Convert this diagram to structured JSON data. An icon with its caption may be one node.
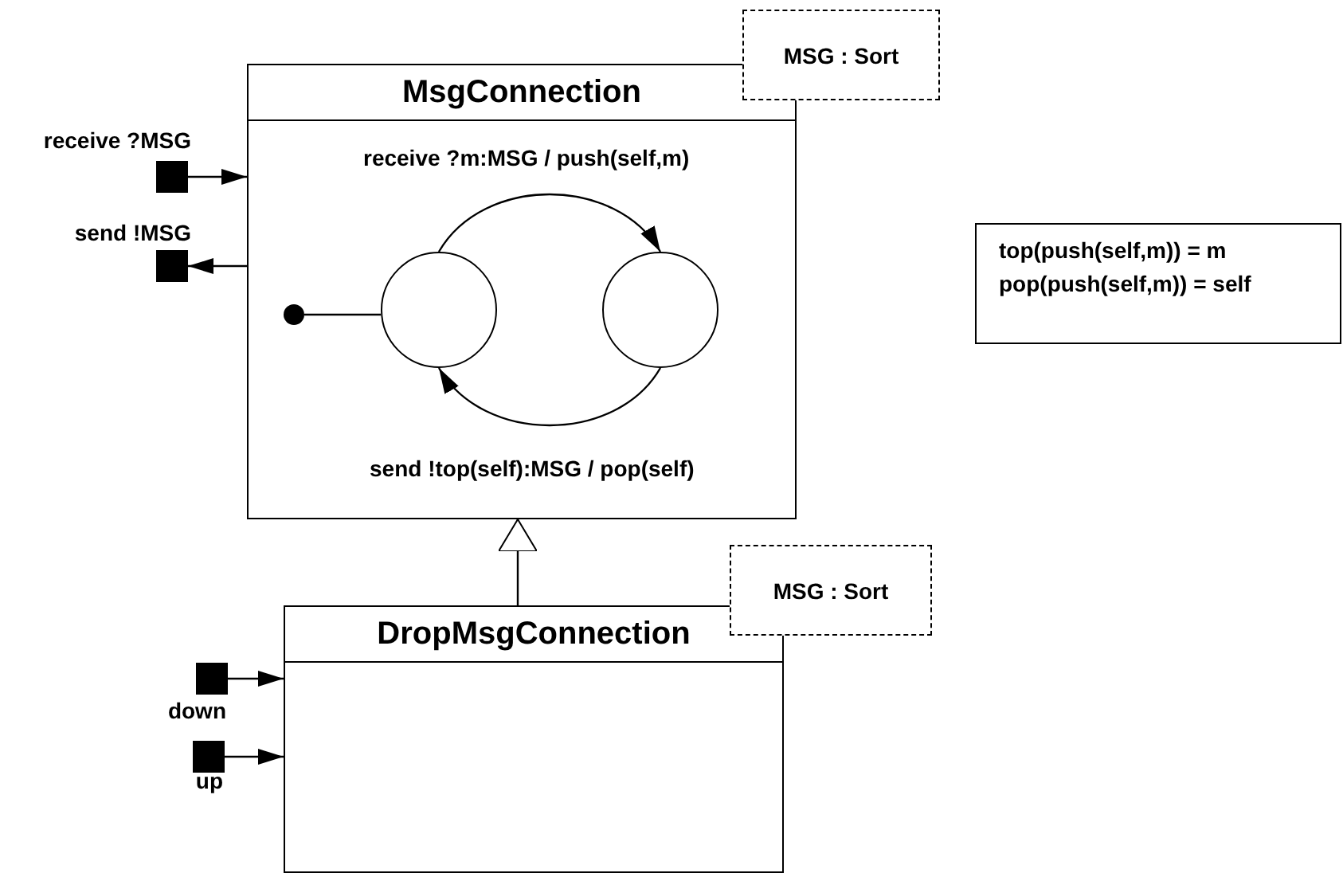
{
  "diagram": {
    "nodes": [
      {
        "text": [
          "MsgConnection"
        ]
      },
      {
        "text": [
          "MSG : Sort"
        ]
      },
      {
        "text": [],
        "shape": "box",
        "beside": [
          "receive ?MSG"
        ]
      },
      {
        "text": [],
        "shape": "box",
        "beside": [
          "send !MSG"
        ]
      },
      {
        "text": [],
        "shape": "circle",
        "in": 0
      },
      {
        "text": [],
        "shape": "circle",
        "in": 0
      },
      {
        "text": [],
        "shape": "circle",
        "in": 0
      },
      {
        "text": [
          "top(push(self,m)) = m",
          "pop(push(self,m)) = self"
        ]
      },
      {
        "text": [
          "DropMsgConnection"
        ]
      },
      {
        "text": [
          "MSG : Sort"
        ]
      },
      {
        "text": [],
        "shape": "box",
        "beside": [
          "down"
        ]
      },
      {
        "text": [],
        "shape": "box",
        "beside": [
          "up"
        ]
      }
    ],
    "edges": [
      {
        "from": 2,
        "to": 0,
        "arrow": "to"
      },
      {
        "from": 0,
        "to": 3,
        "arrow": "to"
      },
      {
        "from": 4,
        "to": 5,
        "arrow": "none"
      },
      {
        "from": 5,
        "to": 6,
        "arrow": "to",
        "label": "receive ?m:MSG / push(self,m)"
      },
      {
        "from": 6,
        "to": 5,
        "arrow": "to",
        "label": "send !top(self):MSG / pop(self)"
      },
      {
        "from": 8,
        "to": 0,
        "arrow": "to"
      },
      {
        "from": 10,
        "to": 8,
        "arrow": "to"
      },
      {
        "from": 11,
        "to": 8,
        "arrow": "to"
      }
    ]
  }
}
